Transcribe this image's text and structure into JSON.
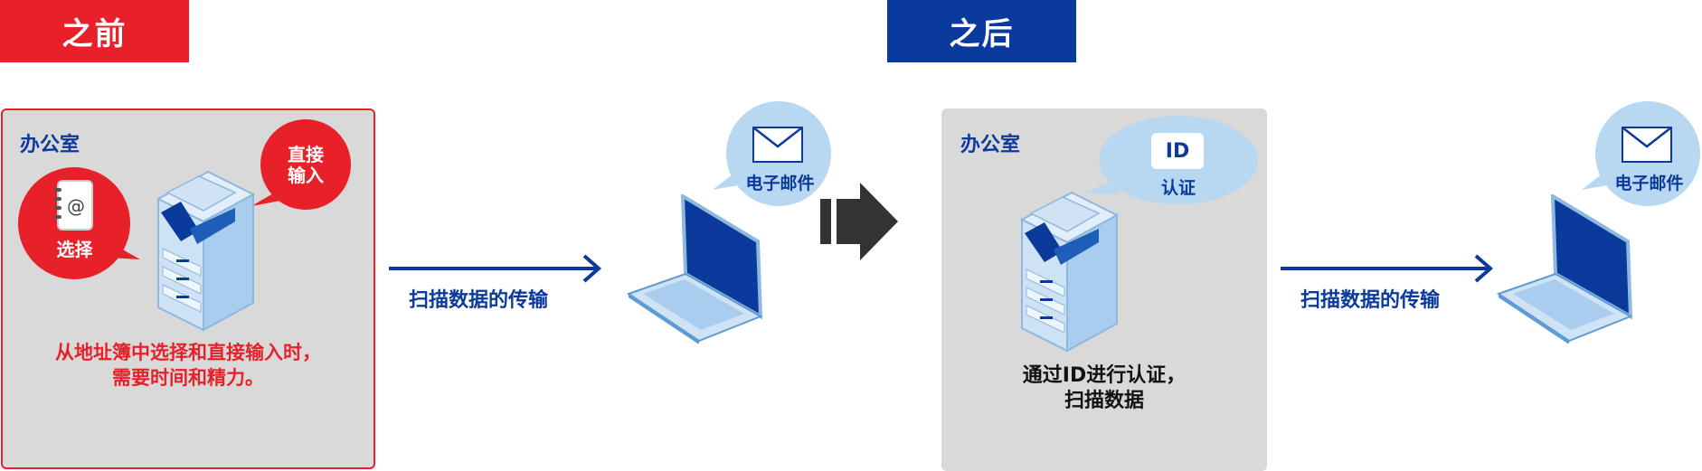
{
  "before": {
    "tag": "之前",
    "office_label": "办公室",
    "direct_input_line1": "直接",
    "direct_input_line2": "输入",
    "select_label": "选择",
    "caption_line1": "从地址簿中选择和直接输入时，",
    "caption_line2": "需要时间和精力。",
    "transfer_label": "扫描数据的传输",
    "email_label": "电子邮件"
  },
  "after": {
    "tag": "之后",
    "office_label": "办公室",
    "id_badge": "ID",
    "auth_label": "认证",
    "caption_line1": "通过ID进行认证，",
    "caption_line2": "扫描数据",
    "transfer_label": "扫描数据的传输",
    "email_label": "电子邮件"
  },
  "colors": {
    "red": "#e8202a",
    "navy": "#0a3a9c",
    "light_blue": "#b8d8f2",
    "gray_box": "#d9d9d9",
    "dark_arrow": "#333333"
  },
  "icons": [
    "address-book-icon",
    "multifunction-printer-icon",
    "laptop-icon",
    "envelope-icon",
    "transition-arrow-icon",
    "flow-arrow-icon"
  ]
}
